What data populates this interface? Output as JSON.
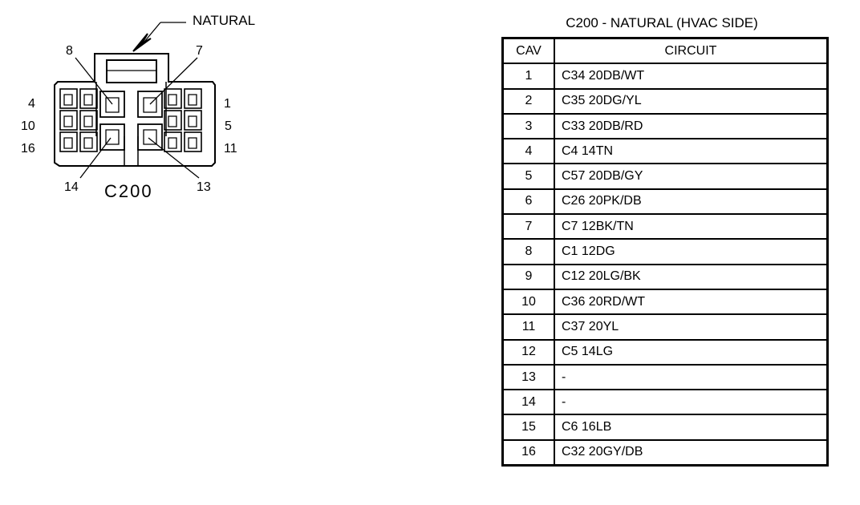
{
  "diagram": {
    "connector_label": "C200",
    "color_callout": "NATURAL",
    "cavity_labels": {
      "c1": "1",
      "c4": "4",
      "c5": "5",
      "c7": "7",
      "c8": "8",
      "c10": "10",
      "c11": "11",
      "c13": "13",
      "c14": "14",
      "c16": "16"
    }
  },
  "table": {
    "title": "C200 - NATURAL (HVAC SIDE)",
    "headers": {
      "cav": "CAV",
      "circuit": "CIRCUIT"
    },
    "rows": [
      {
        "cav": "1",
        "circuit": "C34 20DB/WT"
      },
      {
        "cav": "2",
        "circuit": "C35 20DG/YL"
      },
      {
        "cav": "3",
        "circuit": "C33 20DB/RD"
      },
      {
        "cav": "4",
        "circuit": "C4 14TN"
      },
      {
        "cav": "5",
        "circuit": "C57 20DB/GY"
      },
      {
        "cav": "6",
        "circuit": "C26 20PK/DB"
      },
      {
        "cav": "7",
        "circuit": "C7 12BK/TN"
      },
      {
        "cav": "8",
        "circuit": "C1 12DG"
      },
      {
        "cav": "9",
        "circuit": "C12 20LG/BK"
      },
      {
        "cav": "10",
        "circuit": "C36 20RD/WT"
      },
      {
        "cav": "11",
        "circuit": "C37 20YL"
      },
      {
        "cav": "12",
        "circuit": "C5 14LG"
      },
      {
        "cav": "13",
        "circuit": "-"
      },
      {
        "cav": "14",
        "circuit": "-"
      },
      {
        "cav": "15",
        "circuit": "C6 16LB"
      },
      {
        "cav": "16",
        "circuit": "C32 20GY/DB"
      }
    ]
  }
}
